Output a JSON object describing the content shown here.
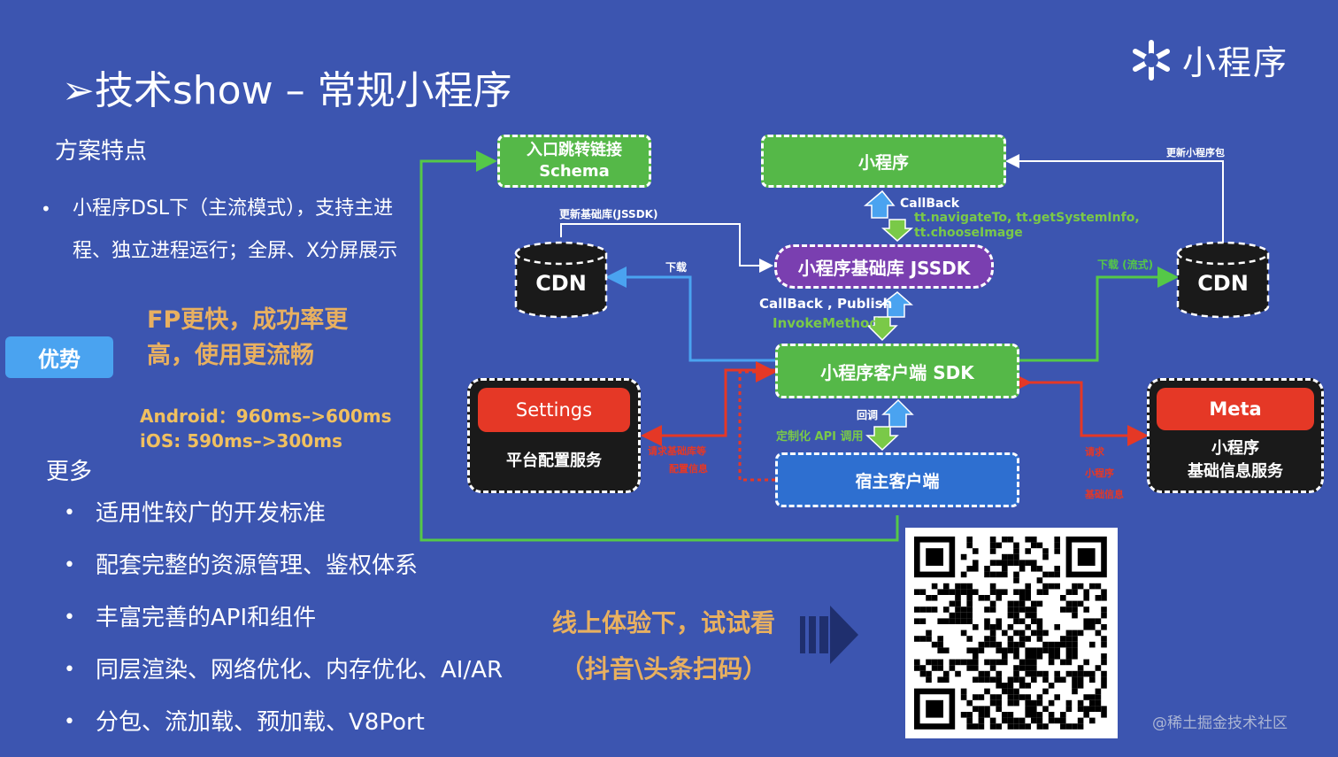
{
  "title": "➢技术show – 常规小程序",
  "logo": {
    "text": "小程序",
    "icon": "bytedance-mini-program-logo-icon"
  },
  "features": {
    "heading": "方案特点",
    "bullet": "小程序DSL下（主流模式），支持主进程、独立进程运行；全屏、X分屏展示"
  },
  "advantage": {
    "badge": "优势",
    "text": "FP更快，成功率更高，使用更流畅",
    "android": "Android：960ms–>600ms",
    "ios": "iOS: 590ms–>300ms"
  },
  "more": {
    "heading": "更多",
    "items": [
      "适用性较广的开发标准",
      "配套完整的资源管理、鉴权体系",
      "丰富完善的API和组件",
      "同层渲染、网络优化、内存优化、AI/AR",
      "分包、流加载、预加载、V8Port"
    ]
  },
  "cta": {
    "line1": "线上体验下，试试看",
    "line2": "（抖音\\头条扫码）"
  },
  "watermark": "@稀土掘金技术社区",
  "diagram": {
    "schema_box": {
      "line1": "入口跳转链接",
      "line2": "Schema"
    },
    "mini_program": "小程序",
    "jssdk": "小程序基础库 JSSDK",
    "client_sdk": "小程序客户端 SDK",
    "host": "宿主客户端",
    "cdn_left": "CDN",
    "cdn_right": "CDN",
    "settings": {
      "title": "Settings",
      "sub": "平台配置服务"
    },
    "meta": {
      "title": "Meta",
      "sub1": "小程序",
      "sub2": "基础信息服务"
    },
    "labels": {
      "update_lib": "更新基础库(JSSDK)",
      "download": "下载",
      "update_pkg": "更新小程序包",
      "download_stream": "下载 (流式)",
      "callback": "CallBack",
      "apis": "tt.navigateTo, tt.getSystemInfo,",
      "apis2": "tt.chooseImage",
      "callback_publish": "CallBack , Publish",
      "invoke": "InvokeMethod",
      "callback2": "回调",
      "custom_api": "定制化 API 调用",
      "req_config1": "请求基础库等",
      "req_config2": "配置信息",
      "req_meta1": "请求",
      "req_meta2": "小程序",
      "req_meta3": "基础信息"
    }
  },
  "colors": {
    "background": "#3c55b0",
    "green": "#55b848",
    "purple": "#7a3fb0",
    "blue": "#2e6fd0",
    "red": "#e53826",
    "accent": "#e8b060"
  }
}
